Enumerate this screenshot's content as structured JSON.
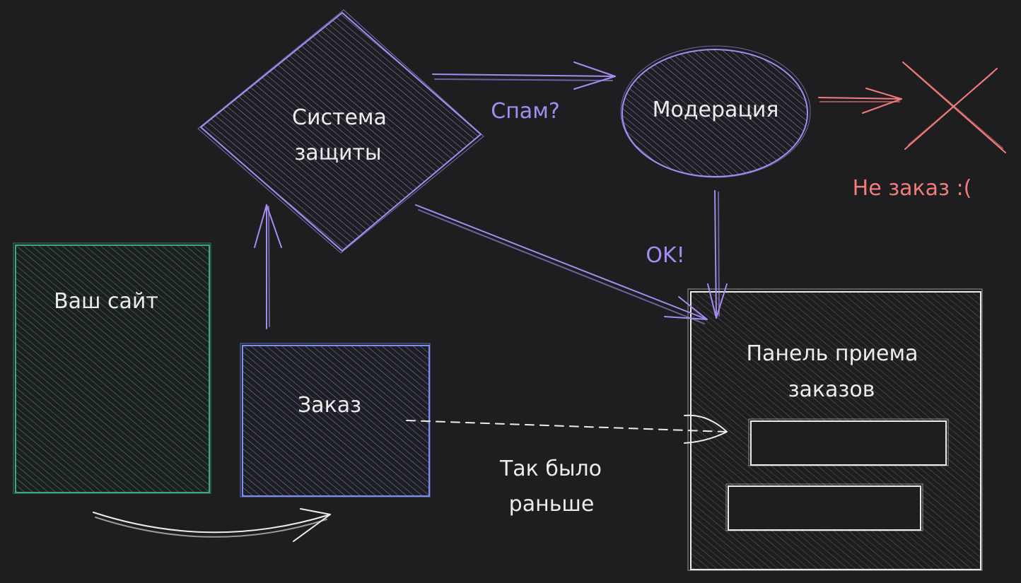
{
  "colors": {
    "background": "#1e1e20",
    "green": "#3aa97c",
    "blue": "#7d8ef2",
    "purple": "#a58cf0",
    "red": "#f27c7c",
    "white": "#ececec"
  },
  "nodes": {
    "site": {
      "label": "Ваш сайт"
    },
    "order": {
      "label": "Заказ"
    },
    "protection": {
      "line1": "Система",
      "line2": "защиты"
    },
    "moderation": {
      "label": "Модерация"
    },
    "panel": {
      "line1": "Панель приема",
      "line2": "заказов"
    }
  },
  "edge_labels": {
    "spam": "Спам?",
    "ok": "OK!",
    "not_order": "Не заказ :(",
    "before_line1": "Так было",
    "before_line2": "раньше"
  },
  "icons": {
    "reject": "x-cross-icon"
  }
}
